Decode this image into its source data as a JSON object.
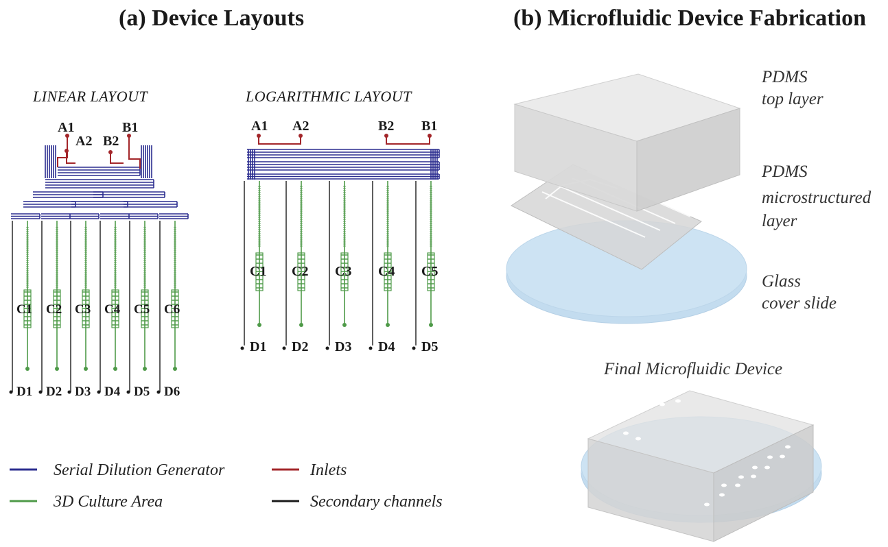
{
  "panel_a": {
    "title": "(a) Device Layouts",
    "linear": {
      "title": "LINEAR LAYOUT",
      "inlets": [
        "A1",
        "A2",
        "B2",
        "B1"
      ],
      "chambers": [
        "C1",
        "C2",
        "C3",
        "C4",
        "C5",
        "C6"
      ],
      "outlets": [
        "D1",
        "D2",
        "D3",
        "D4",
        "D5",
        "D6"
      ]
    },
    "logarithmic": {
      "title": "LOGARITHMIC LAYOUT",
      "inlets": [
        "A1",
        "A2",
        "B2",
        "B1"
      ],
      "chambers": [
        "C1",
        "C2",
        "C3",
        "C4",
        "C5"
      ],
      "outlets": [
        "D1",
        "D2",
        "D3",
        "D4",
        "D5"
      ]
    },
    "legend": [
      {
        "label": "Serial Dilution Generator",
        "color": "#2b2d8f"
      },
      {
        "label": "Inlets",
        "color": "#a3262a"
      },
      {
        "label": "3D Culture Area",
        "color": "#4e9a48"
      },
      {
        "label": "Secondary channels",
        "color": "#1a1a1a"
      }
    ]
  },
  "panel_b": {
    "title": "(b) Microfluidic Device Fabrication",
    "layers": [
      {
        "line1": "PDMS",
        "line2": "top layer",
        "line3": ""
      },
      {
        "line1": "PDMS",
        "line2": "microstructured",
        "line3": "layer"
      },
      {
        "line1": "Glass",
        "line2": "cover slide",
        "line3": ""
      }
    ],
    "final_label": "Final Microfluidic Device"
  },
  "colors": {
    "generator": "#2b2d8f",
    "inlet": "#a3262a",
    "culture": "#4e9a48",
    "secondary": "#1a1a1a",
    "glass": "#c7e0f2",
    "pdms": "#dcdcdc"
  }
}
